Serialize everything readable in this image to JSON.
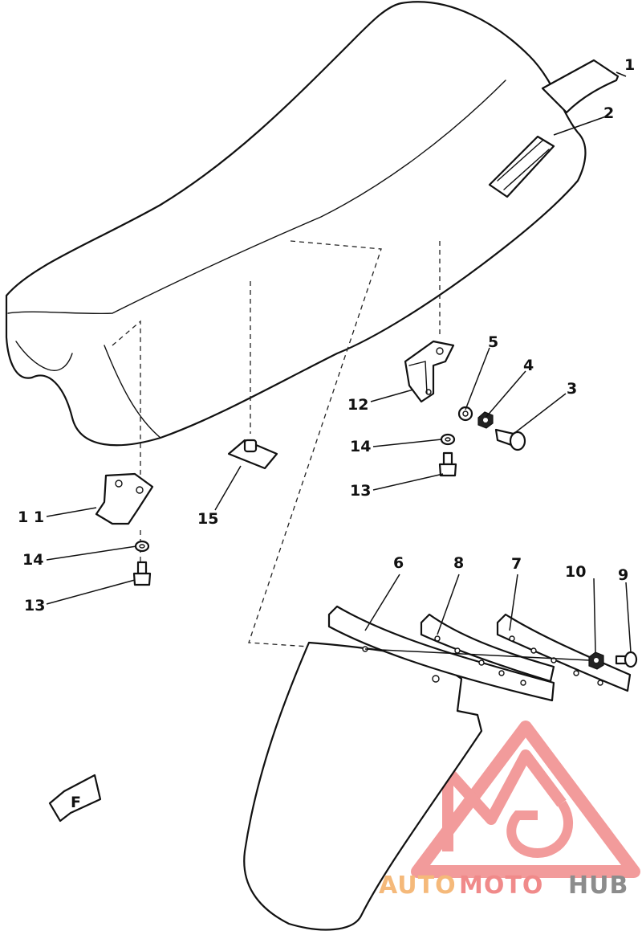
{
  "callouts": [
    {
      "id": "1",
      "text": "1"
    },
    {
      "id": "2",
      "text": "2"
    },
    {
      "id": "3",
      "text": "3"
    },
    {
      "id": "4",
      "text": "4"
    },
    {
      "id": "5",
      "text": "5"
    },
    {
      "id": "6",
      "text": "6"
    },
    {
      "id": "7",
      "text": "7"
    },
    {
      "id": "8",
      "text": "8"
    },
    {
      "id": "9",
      "text": "9"
    },
    {
      "id": "10",
      "text": "10"
    },
    {
      "id": "11",
      "text": "1 1"
    },
    {
      "id": "12",
      "text": "12"
    },
    {
      "id": "13a",
      "text": "13"
    },
    {
      "id": "13b",
      "text": "13"
    },
    {
      "id": "14a",
      "text": "14"
    },
    {
      "id": "14b",
      "text": "14"
    },
    {
      "id": "15",
      "text": "15"
    }
  ],
  "front_marker": {
    "text": "F"
  },
  "watermark": {
    "part1": "AUTO",
    "part2": "MOTO",
    "part3": "HUB",
    "color1": "#f5b97a",
    "color2": "#f08a8a",
    "color3": "#8c8c8c",
    "logo_color": "#f08a8a"
  }
}
